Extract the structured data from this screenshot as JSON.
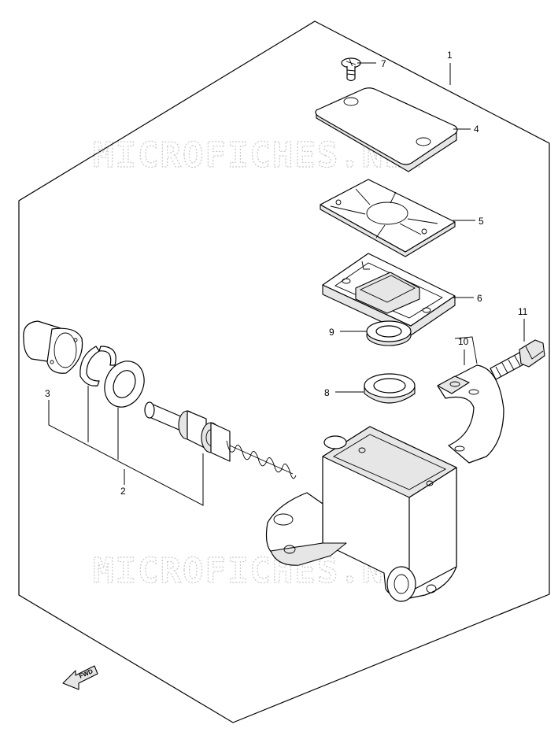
{
  "watermark": {
    "top": "MICROFICHES.NET",
    "bottom": "MICROFICHES.NET"
  },
  "fwd_label": "FWD",
  "callouts": {
    "c1": "1",
    "c2": "2",
    "c3": "3",
    "c4": "4",
    "c5": "5",
    "c6": "6",
    "c7": "7",
    "c8": "8",
    "c9": "9",
    "c10": "10",
    "c11": "11"
  }
}
